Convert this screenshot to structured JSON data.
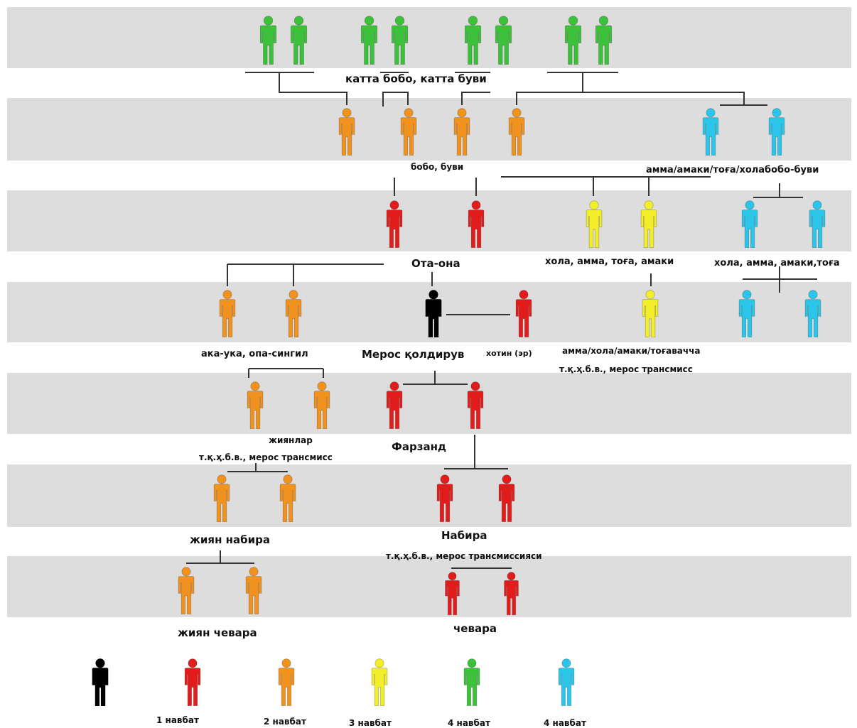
{
  "colors": {
    "heir": "#000000",
    "queue1": "#e21b1b",
    "queue2": "#f2921e",
    "queue3": "#f3ee2a",
    "queue4_green": "#3cc13a",
    "queue4_blue": "#2cc5ea",
    "band": "#dddddd",
    "line": "#333333"
  },
  "labels": {
    "great_grandparents": "катта бобо, катта буви",
    "grandparents": "бобо, буви",
    "great_aunts_uncles": "амма/амаки/тоға/холабобо-буви",
    "parents": "Ота-она",
    "aunts_uncles": "хола, амма, тоға, амаки",
    "aunts_uncles_2": "хола, амма, амаки,тоға",
    "siblings": "ака-ука, опа-сингил",
    "deceased": "Мерос қолдирув",
    "spouse": "хотин (эр)",
    "cousins": "амма/хола/амаки/тоғавачча",
    "cousins_note": "т.қ.ҳ.б.в., мерос трансмисс",
    "nephews": "жиянлар",
    "nephews_note": "т.қ.ҳ.б.в., мерос трансмисс",
    "children": "Фарзанд",
    "grandnephews": "жиян набира",
    "grandchildren": "Набира",
    "grandchildren_note": "т.қ.ҳ.б.в., мерос трансмиссияси",
    "great_grandnephews": "жиян чевара",
    "great_grandchildren": "чевара"
  },
  "legend": [
    {
      "icon": "heir",
      "label": ""
    },
    {
      "icon": "queue1",
      "label": "1 навбат"
    },
    {
      "icon": "queue2",
      "label": "2 навбат"
    },
    {
      "icon": "queue3",
      "label": "3 навбат"
    },
    {
      "icon": "queue4_green",
      "label": "4 навбат"
    },
    {
      "icon": "queue4_blue",
      "label": "4 навбат"
    }
  ]
}
